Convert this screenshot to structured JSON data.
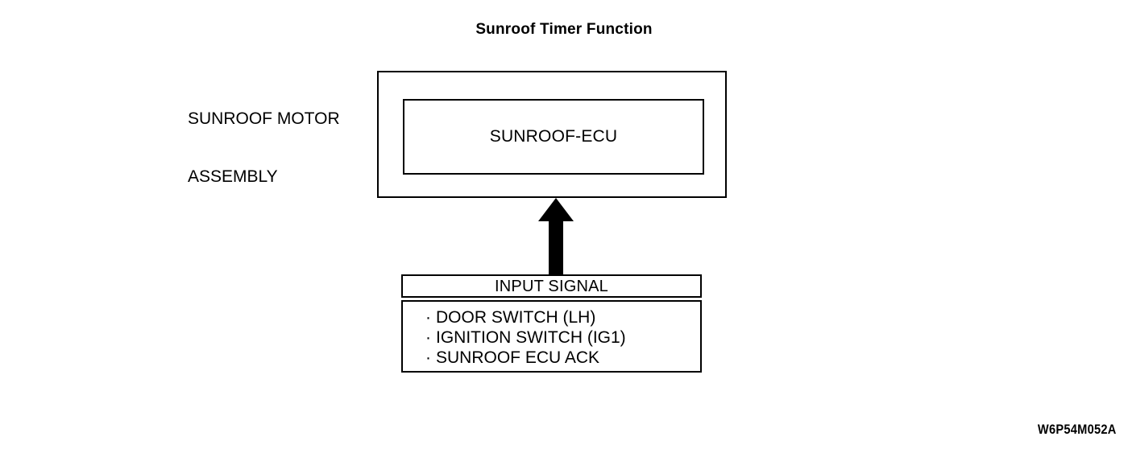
{
  "figure": {
    "title": "Sunroof Timer Function",
    "code": "W6P54M052A",
    "background_color": "#ffffff",
    "line_color": "#000000"
  },
  "assembly": {
    "label_line1": "SUNROOF MOTOR",
    "label_line2": "ASSEMBLY",
    "ecu_label": "SUNROOF-ECU"
  },
  "arrow": {
    "icon": "arrow-up-icon",
    "direction": "up",
    "from": "INPUT SIGNAL",
    "to": "SUNROOF MOTOR ASSEMBLY",
    "color": "#000000"
  },
  "input_signal": {
    "header": "INPUT SIGNAL",
    "bullet": "·",
    "items": [
      "DOOR SWITCH (LH)",
      "IGNITION SWITCH (IG1)",
      "SUNROOF ECU ACK"
    ]
  }
}
